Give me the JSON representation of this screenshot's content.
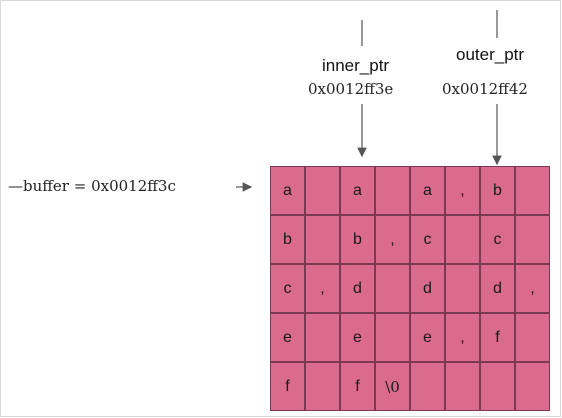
{
  "pointers": {
    "inner": {
      "name": "inner_ptr",
      "address": "0x0012ff3e"
    },
    "outer": {
      "name": "outer_ptr",
      "address": "0x0012ff42"
    }
  },
  "buffer_label": "—buffer = 0x0012ff3c",
  "colors": {
    "cell_fill": "#db6a8f",
    "cell_border": "#7b3a52",
    "arrow": "#555555"
  },
  "memory": {
    "rows": [
      [
        "a",
        "",
        "a",
        "",
        "a",
        ",",
        "b",
        ""
      ],
      [
        "b",
        "",
        "b",
        ",",
        "c",
        "",
        "c",
        ""
      ],
      [
        "c",
        ",",
        "d",
        "",
        "d",
        "",
        "d",
        ","
      ],
      [
        "e",
        "",
        "e",
        "",
        "e",
        ",",
        "f",
        ""
      ],
      [
        "f",
        "",
        "f",
        "\\0",
        "",
        "",
        "",
        ""
      ]
    ]
  }
}
